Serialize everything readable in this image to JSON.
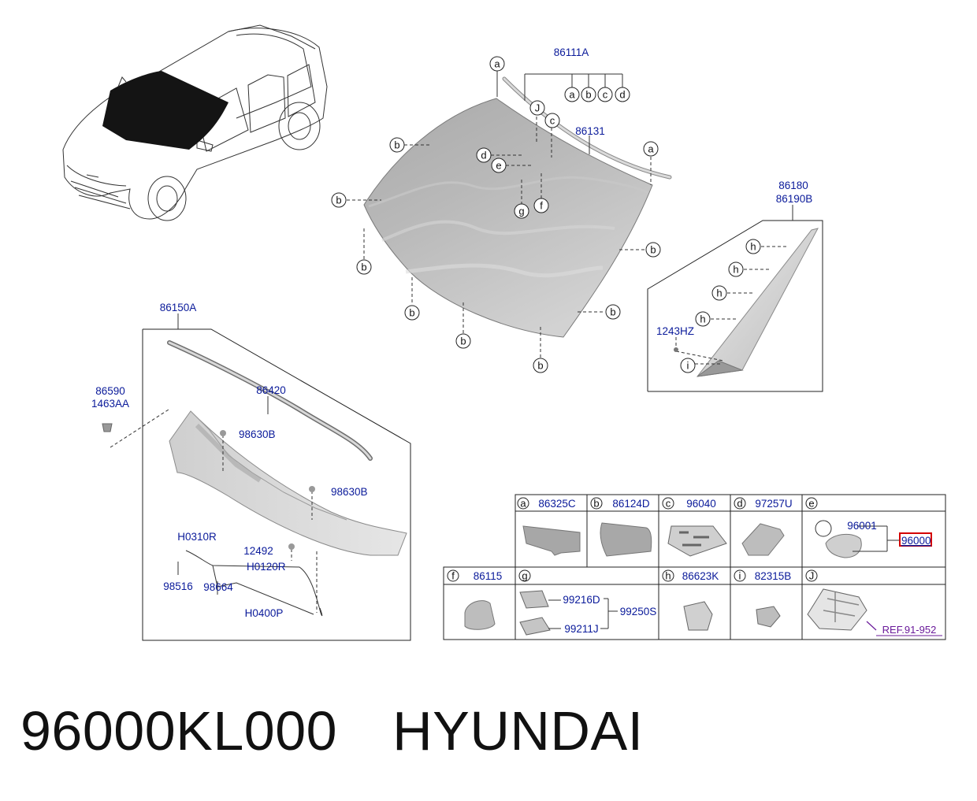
{
  "footer": {
    "part_number": "96000KL000",
    "brand": "HYUNDAI"
  },
  "labels": {
    "windshield_glass": "86111A",
    "molding_top": "86131",
    "pillar_trim_a": "86180",
    "pillar_trim_b": "86190B",
    "clip_screw": "1243HZ",
    "cowl_assembly": "86150A",
    "cowl_seal": "86420",
    "side_part_a": "86590",
    "side_part_b": "1463AA",
    "clip_upper": "98630B",
    "clip_lower": "98630B",
    "hose_a": "H0310R",
    "hose_b": "H0120R",
    "hose_c": "H0400P",
    "grommet": "12492",
    "nozzle": "98516",
    "hose_joint": "98664"
  },
  "callouts": {
    "a": "a",
    "b": "b",
    "c": "c",
    "d": "d",
    "e": "e",
    "f": "f",
    "g": "g",
    "h": "h",
    "i": "i",
    "J": "J"
  },
  "legend_row1": [
    {
      "key": "a",
      "part": "86325C"
    },
    {
      "key": "b",
      "part": "86124D"
    },
    {
      "key": "c",
      "part": "96040"
    },
    {
      "key": "d",
      "part": "97257U"
    },
    {
      "key": "e",
      "part": ""
    }
  ],
  "legend_row2": [
    {
      "key": "f",
      "part": "86115"
    },
    {
      "key": "g",
      "part": ""
    },
    {
      "key": "h",
      "part": "86623K"
    },
    {
      "key": "i",
      "part": "82315B"
    },
    {
      "key": "J",
      "part": ""
    }
  ],
  "legend_e": {
    "part_1": "96001",
    "part_2": "96000"
  },
  "legend_g": {
    "part_1": "99216D",
    "part_2": "99211J",
    "assembly": "99250S"
  },
  "legend_j": {
    "reference": "REF.91-952"
  },
  "colors": {
    "label": "#0a1a9a",
    "highlight": "#d40000",
    "reference": "#6a1a9a",
    "glass": "#bdbdbd"
  }
}
